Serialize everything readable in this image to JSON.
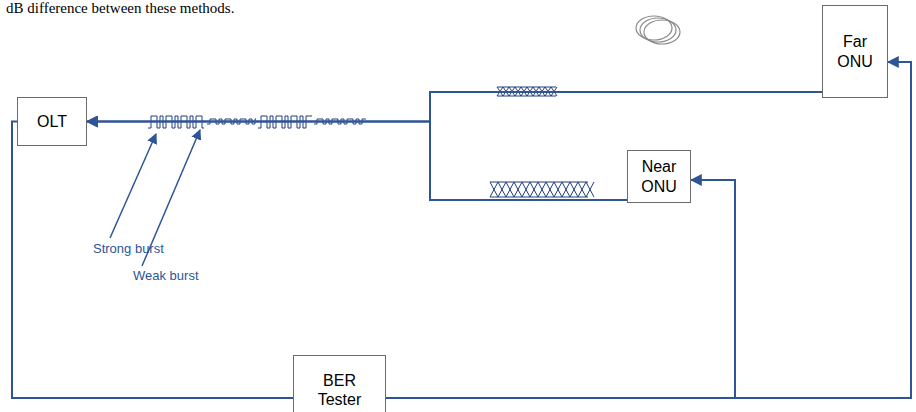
{
  "diagram": {
    "nodes": [
      {
        "text": [
          "OLT"
        ]
      },
      {
        "text": [
          "Far ONU"
        ]
      },
      {
        "text": [
          "Near ONU"
        ]
      },
      {
        "text": [
          "BER Tester"
        ]
      }
    ],
    "edges": [
      {
        "from": 1,
        "to": 0,
        "arrow": "to"
      },
      {
        "from": 2,
        "to": 0,
        "arrow": "to"
      },
      {
        "from": 0,
        "to": 3,
        "arrow": "none"
      },
      {
        "from": 3,
        "to": 2,
        "arrow": "to"
      },
      {
        "from": 3,
        "to": 1,
        "arrow": "to"
      }
    ],
    "labels": [
      "dB difference between these methods.",
      "Strong burst",
      "Weak burst"
    ]
  }
}
